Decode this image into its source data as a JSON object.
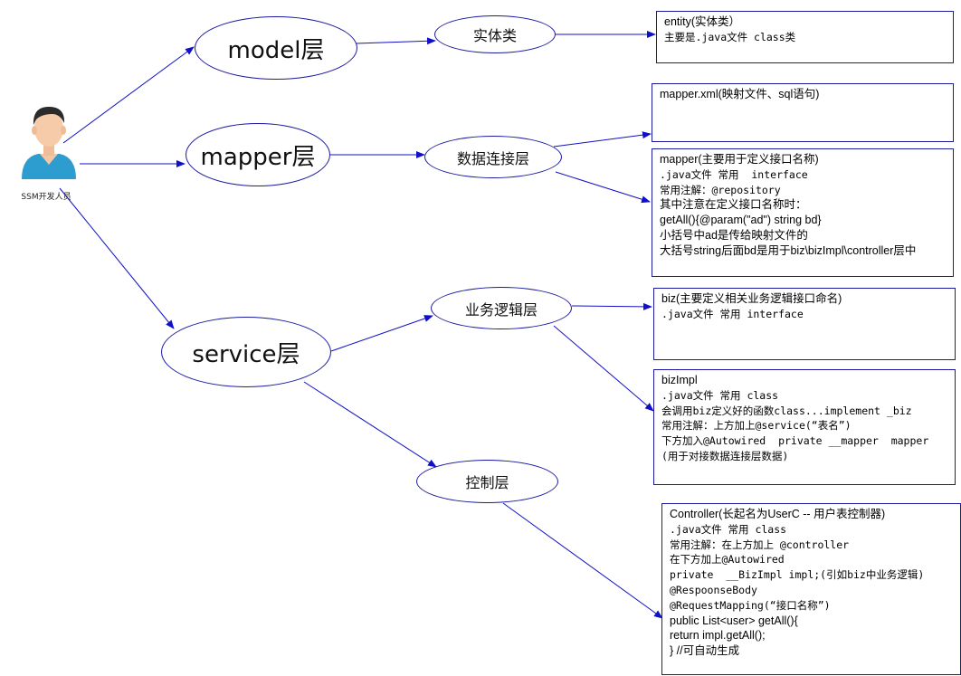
{
  "person": {
    "label": "SSM开发人员",
    "icon": "developer-avatar-icon"
  },
  "layers": {
    "model": "model层",
    "mapper": "mapper层",
    "service": "service层"
  },
  "sub": {
    "entity": "实体类",
    "data_conn": "数据连接层",
    "biz_logic": "业务逻辑层",
    "control": "控制层"
  },
  "boxes": {
    "entity": [
      {
        "t": "entity(实体类）",
        "f": "sans"
      },
      {
        "t": "主要是.java文件 class类",
        "f": "mono"
      }
    ],
    "mapper_xml": [
      {
        "t": "mapper.xml(映射文件、sql语句)",
        "f": "sans"
      }
    ],
    "mapper_if": [
      {
        "t": "mapper(主要用于定义接口名称)",
        "f": "sans"
      },
      {
        "t": ".java文件 常用  interface",
        "f": "mono"
      },
      {
        "t": "常用注解：@repository",
        "f": "mono"
      },
      {
        "t": "其中注意在定义接口名称时：",
        "f": "sans"
      },
      {
        "t": "getAll(){@param(\"ad\") string bd}",
        "f": "sans"
      },
      {
        "t": "小括号中ad是传给映射文件的",
        "f": "sans"
      },
      {
        "t": "大括号string后面bd是用于biz\\bizImpl\\controller层中",
        "f": "sans"
      }
    ],
    "biz": [
      {
        "t": "biz(主要定义相关业务逻辑接口命名)",
        "f": "sans"
      },
      {
        "t": ".java文件 常用 interface",
        "f": "mono"
      }
    ],
    "bizimpl": [
      {
        "t": "bizImpl",
        "f": "sans"
      },
      {
        "t": ".java文件 常用 class",
        "f": "mono"
      },
      {
        "t": "会调用biz定义好的函数class...implement _biz",
        "f": "mono"
      },
      {
        "t": "常用注解：上方加上@service(“表名”)",
        "f": "mono"
      },
      {
        "t": "下方加入@Autowired  private __mapper  mapper",
        "f": "mono"
      },
      {
        "t": "(用于对接数据连接层数据)",
        "f": "mono"
      }
    ],
    "controller": [
      {
        "t": "Controller(长起名为UserC -- 用户表控制器)",
        "f": "sans"
      },
      {
        "t": ".java文件 常用 class",
        "f": "mono"
      },
      {
        "t": "常用注解：在上方加上 @controller",
        "f": "mono"
      },
      {
        "t": "在下方加上@Autowired",
        "f": "mono"
      },
      {
        "t": "private  __BizImpl impl;(引如biz中业务逻辑)",
        "f": "mono"
      },
      {
        "t": "@RespoonseBody",
        "f": "mono"
      },
      {
        "t": "@RequestMapping(“接口名称”)",
        "f": "mono"
      },
      {
        "t": "public List<user> getAll(){",
        "f": "sans"
      },
      {
        "t": "return impl.getAll();",
        "f": "sans"
      },
      {
        "t": "} //可自动生成",
        "f": "sans"
      }
    ]
  },
  "colors": {
    "line": "#1010c8",
    "border": "#1a1aa0"
  }
}
